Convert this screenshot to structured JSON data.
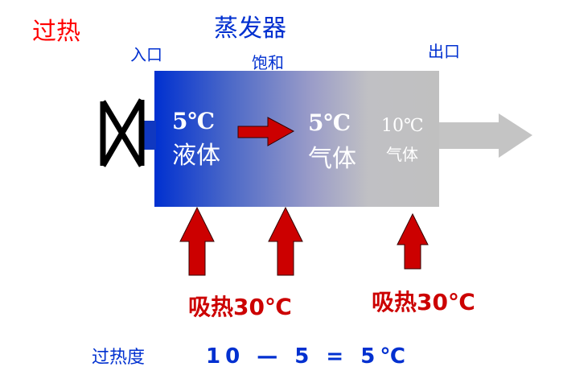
{
  "title": "过热",
  "evaporator": "蒸发器",
  "inlet": "入口",
  "saturation": "饱和",
  "outlet": "出口",
  "stage1": {
    "temp": "5℃",
    "state": "液体"
  },
  "stage2": {
    "temp": "5℃",
    "state": "气体"
  },
  "stage3": {
    "temp": "10℃",
    "state": "气体"
  },
  "heat1": "吸热30℃",
  "heat2": "吸热30℃",
  "formula_label": "过热度",
  "formula": "10 — 5 = 5℃",
  "colors": {
    "red": "#ff0000",
    "blue": "#0030d0",
    "arrow": "#cc0000"
  }
}
